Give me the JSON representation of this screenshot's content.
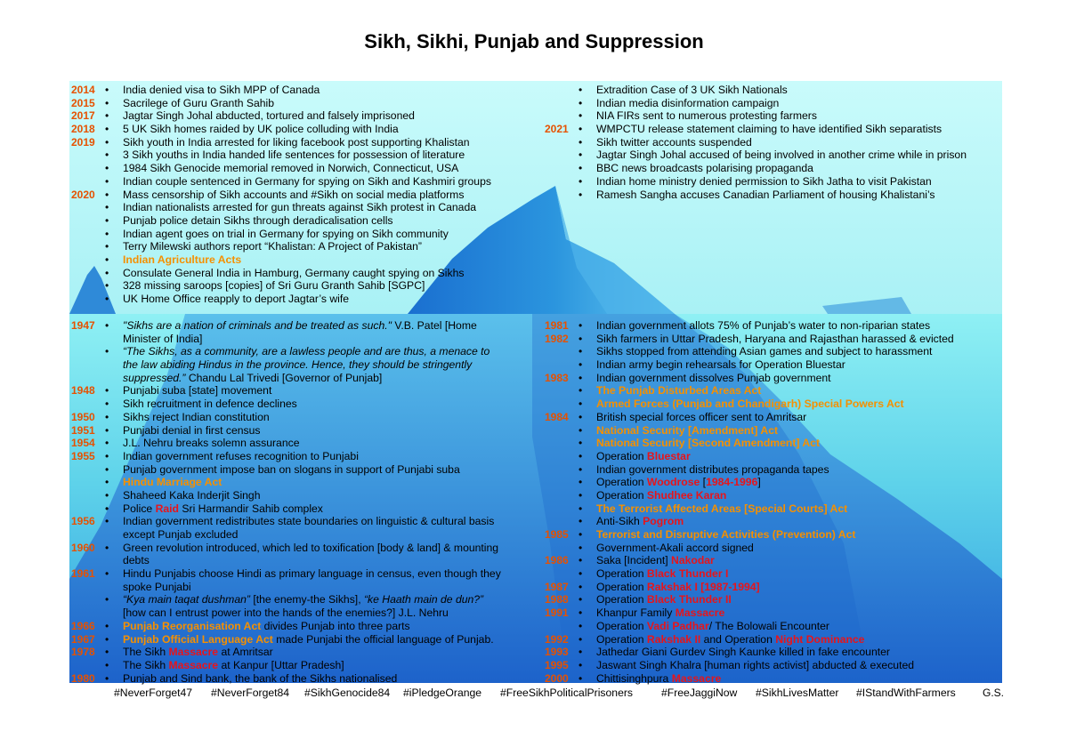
{
  "title": "Sikh, Sikhi, Punjab and Suppression",
  "colors": {
    "year": "#e65100",
    "act": "#f59000",
    "massacre": "#e8141a",
    "sky": "#c8fafa",
    "water": "#7fe6ef",
    "ice": "#1f82d6"
  },
  "top_left": [
    {
      "year": "2014",
      "parts": [
        {
          "t": "India denied visa to Sikh MPP of Canada"
        }
      ]
    },
    {
      "year": "2015",
      "parts": [
        {
          "t": "Sacrilege of Guru Granth Sahib"
        }
      ]
    },
    {
      "year": "2017",
      "parts": [
        {
          "t": "Jagtar Singh Johal abducted, tortured and falsely imprisoned"
        }
      ]
    },
    {
      "year": "2018",
      "parts": [
        {
          "t": "5 UK Sikh homes raided by UK police colluding with India"
        }
      ]
    },
    {
      "year": "2019",
      "parts": [
        {
          "t": "Sikh youth in India arrested for liking facebook post supporting Khalistan"
        }
      ]
    },
    {
      "year": "",
      "parts": [
        {
          "t": "3 Sikh youths in India handed life sentences for possession  of literature"
        }
      ]
    },
    {
      "year": "",
      "parts": [
        {
          "t": "1984 Sikh Genocide memorial removed in Norwich, Connecticut, USA"
        }
      ]
    },
    {
      "year": "",
      "parts": [
        {
          "t": "Indian couple sentenced in Germany for spying on Sikh and Kashmiri groups"
        }
      ]
    },
    {
      "year": "2020",
      "parts": [
        {
          "t": "Mass censorship of Sikh accounts and #Sikh on social media platforms"
        }
      ]
    },
    {
      "year": "",
      "parts": [
        {
          "t": "Indian nationalists arrested for gun threats against Sikh protest in Canada"
        }
      ]
    },
    {
      "year": "",
      "parts": [
        {
          "t": "Punjab police detain Sikhs through deradicalisation cells"
        }
      ]
    },
    {
      "year": "",
      "parts": [
        {
          "t": "Indian agent goes on trial in Germany for spying on Sikh community"
        }
      ]
    },
    {
      "year": "",
      "parts": [
        {
          "t": "Terry Milewski authors report “Khalistan: A Project of Pakistan”"
        }
      ]
    },
    {
      "year": "",
      "parts": [
        {
          "t": "Indian Agriculture Acts",
          "c": "orange"
        }
      ]
    },
    {
      "year": "",
      "parts": [
        {
          "t": "Consulate General India in Hamburg, Germany caught spying on Sikhs"
        }
      ]
    },
    {
      "year": "",
      "parts": [
        {
          "t": "328 missing saroops [copies] of Sri Guru Granth Sahib [SGPC]"
        }
      ]
    },
    {
      "year": "",
      "parts": [
        {
          "t": "UK Home Office reapply to deport Jagtar’s wife"
        }
      ]
    }
  ],
  "top_right": [
    {
      "year": "",
      "parts": [
        {
          "t": "Extradition Case of 3 UK Sikh Nationals"
        }
      ]
    },
    {
      "year": "",
      "parts": [
        {
          "t": "Indian media disinformation campaign"
        }
      ]
    },
    {
      "year": "",
      "parts": [
        {
          "t": "NIA FIRs sent to numerous protesting farmers"
        }
      ]
    },
    {
      "year": "2021",
      "parts": [
        {
          "t": "WMPCTU release statement claiming to have identified Sikh separatists"
        }
      ]
    },
    {
      "year": "",
      "parts": [
        {
          "t": "Sikh twitter accounts suspended"
        }
      ]
    },
    {
      "year": "",
      "parts": [
        {
          "t": "Jagtar Singh Johal accused of being involved in another crime while in prison"
        }
      ]
    },
    {
      "year": "",
      "parts": [
        {
          "t": "BBC news broadcasts polarising propaganda"
        }
      ]
    },
    {
      "year": "",
      "parts": [
        {
          "t": "Indian home ministry denied permission to Sikh Jatha to visit Pakistan"
        }
      ]
    },
    {
      "year": "",
      "parts": [
        {
          "t": "Ramesh Sangha accuses Canadian Parliament of housing Khalistani’s"
        }
      ]
    }
  ],
  "bottom_left": [
    {
      "year": "1947",
      "parts": [
        {
          "t": "\"Sikhs are a nation of criminals and be treated as such.\"",
          "i": true
        },
        {
          "t": " V.B. Patel [Home"
        }
      ]
    },
    {
      "year": "",
      "cont": true,
      "parts": [
        {
          "t": "Minister of India]"
        }
      ]
    },
    {
      "year": "",
      "parts": [
        {
          "t": "“The Sikhs, as a community, are a lawless people and are thus, a menace to",
          "i": true
        }
      ]
    },
    {
      "year": "",
      "cont": true,
      "parts": [
        {
          "t": "the law abiding Hindus in the province. Hence, they should be stringently",
          "i": true
        }
      ]
    },
    {
      "year": "",
      "cont": true,
      "parts": [
        {
          "t": "suppressed.”",
          "i": true
        },
        {
          "t": " Chandu Lal Trivedi [Governor of Punjab]"
        }
      ]
    },
    {
      "year": "1948",
      "parts": [
        {
          "t": "Punjabi suba [state] movement"
        }
      ]
    },
    {
      "year": "",
      "parts": [
        {
          "t": "Sikh recruitment in defence declines"
        }
      ]
    },
    {
      "year": "1950",
      "parts": [
        {
          "t": "Sikhs reject Indian constitution"
        }
      ]
    },
    {
      "year": "1951",
      "parts": [
        {
          "t": "Punjabi denial in first census"
        }
      ]
    },
    {
      "year": "1954",
      "parts": [
        {
          "t": "J.L. Nehru breaks solemn assurance"
        }
      ]
    },
    {
      "year": "1955",
      "parts": [
        {
          "t": "Indian government refuses recognition to Punjabi"
        }
      ]
    },
    {
      "year": "",
      "parts": [
        {
          "t": "Punjab government impose ban on slogans in support of Punjabi suba"
        }
      ]
    },
    {
      "year": "",
      "parts": [
        {
          "t": "Hindu Marriage Act",
          "c": "orange"
        }
      ]
    },
    {
      "year": "",
      "parts": [
        {
          "t": "Shaheed Kaka Inderjit Singh"
        }
      ]
    },
    {
      "year": "",
      "parts": [
        {
          "t": "Police "
        },
        {
          "t": "Raid",
          "c": "red"
        },
        {
          "t": " Sri Harmandir Sahib complex"
        }
      ]
    },
    {
      "year": "1956",
      "parts": [
        {
          "t": "Indian government redistributes state boundaries on linguistic & cultural basis"
        }
      ]
    },
    {
      "year": "",
      "cont": true,
      "parts": [
        {
          "t": "except Punjab excluded"
        }
      ]
    },
    {
      "year": "1960",
      "parts": [
        {
          "t": "Green revolution introduced, which led to toxification [body & land] & mounting"
        }
      ]
    },
    {
      "year": "",
      "cont": true,
      "parts": [
        {
          "t": "debts"
        }
      ]
    },
    {
      "year": "1961",
      "parts": [
        {
          "t": "Hindu Punjabis choose Hindi as primary language in census, even though they"
        }
      ]
    },
    {
      "year": "",
      "cont": true,
      "parts": [
        {
          "t": "spoke Punjabi"
        }
      ]
    },
    {
      "year": "",
      "parts": [
        {
          "t": "“Kya main taqat dushman”",
          "i": true
        },
        {
          "t": " [the enemy-the Sikhs], "
        },
        {
          "t": "“ke Haath main de dun?”",
          "i": true
        }
      ]
    },
    {
      "year": "",
      "cont": true,
      "parts": [
        {
          "t": "[how can I entrust power into the hands of the enemies?] J.L. Nehru"
        }
      ]
    },
    {
      "year": "1966",
      "parts": [
        {
          "t": "Punjab Reorganisation Act",
          "c": "orange"
        },
        {
          "t": "  divides Punjab into three parts"
        }
      ]
    },
    {
      "year": "1967",
      "parts": [
        {
          "t": "Punjab Official Language Act",
          "c": "orange"
        },
        {
          "t": " made Punjabi the official language of Punjab."
        }
      ]
    },
    {
      "year": "1978",
      "parts": [
        {
          "t": "The Sikh "
        },
        {
          "t": "Massacre",
          "c": "red"
        },
        {
          "t": " at Amritsar"
        }
      ]
    },
    {
      "year": "",
      "parts": [
        {
          "t": "The Sikh "
        },
        {
          "t": "Massacre",
          "c": "red"
        },
        {
          "t": " at Kanpur [Uttar Pradesh]"
        }
      ]
    },
    {
      "year": "1980",
      "parts": [
        {
          "t": "Punjab and Sind bank, the bank of the Sikhs nationalised"
        }
      ]
    }
  ],
  "bottom_right": [
    {
      "year": "1981",
      "parts": [
        {
          "t": "Indian government allots 75%  of Punjab’s water to non-riparian states"
        }
      ]
    },
    {
      "year": "1982",
      "parts": [
        {
          "t": "Sikh farmers in Uttar Pradesh, Haryana and Rajasthan harassed & evicted"
        }
      ]
    },
    {
      "year": "",
      "parts": [
        {
          "t": "Sikhs stopped from attending Asian games and subject to harassment"
        }
      ]
    },
    {
      "year": "",
      "parts": [
        {
          "t": "Indian army begin rehearsals for Operation Bluestar"
        }
      ]
    },
    {
      "year": "1983",
      "parts": [
        {
          "t": "Indian government dissolves Punjab government"
        }
      ]
    },
    {
      "year": "",
      "parts": [
        {
          "t": "The Punjab Disturbed Areas Act",
          "c": "orange"
        }
      ]
    },
    {
      "year": "",
      "parts": [
        {
          "t": "Armed Forces (Punjab and Chandigarh) Special Powers Act",
          "c": "orange"
        }
      ]
    },
    {
      "year": "1984",
      "parts": [
        {
          "t": "British special forces officer sent to Amritsar"
        }
      ]
    },
    {
      "year": "",
      "parts": [
        {
          "t": "National Security [Amendment] Act",
          "c": "orange"
        }
      ]
    },
    {
      "year": "",
      "parts": [
        {
          "t": "National Security [Second Amendment] Act",
          "c": "orange"
        }
      ]
    },
    {
      "year": "",
      "parts": [
        {
          "t": "Operation "
        },
        {
          "t": "Bluestar",
          "c": "red"
        }
      ]
    },
    {
      "year": "",
      "parts": [
        {
          "t": "Indian government distributes propaganda tapes"
        }
      ]
    },
    {
      "year": "",
      "parts": [
        {
          "t": "Operation "
        },
        {
          "t": "Woodrose",
          "c": "red"
        },
        {
          "t": " ["
        },
        {
          "t": "1984-1996",
          "c": "red"
        },
        {
          "t": "]"
        }
      ]
    },
    {
      "year": "",
      "parts": [
        {
          "t": "Operation "
        },
        {
          "t": "Shudhee Karan",
          "c": "red"
        }
      ]
    },
    {
      "year": "",
      "parts": [
        {
          "t": "The Terrorist Affected Areas [Special Courts] Act",
          "c": "orange"
        }
      ]
    },
    {
      "year": "",
      "parts": [
        {
          "t": "Anti-Sikh "
        },
        {
          "t": "Pogrom",
          "c": "red"
        }
      ]
    },
    {
      "year": "1985",
      "parts": [
        {
          "t": "Terrorist and Disruptive Activities (Prevention) Act",
          "c": "orange"
        }
      ]
    },
    {
      "year": "",
      "parts": [
        {
          "t": "Government-Akali accord signed"
        }
      ]
    },
    {
      "year": "1986",
      "parts": [
        {
          "t": "Saka [Incident] "
        },
        {
          "t": "Nakodar",
          "c": "red"
        }
      ]
    },
    {
      "year": "",
      "parts": [
        {
          "t": "Operation "
        },
        {
          "t": "Black Thunder I",
          "c": "red"
        }
      ]
    },
    {
      "year": "1987",
      "parts": [
        {
          "t": "Operation "
        },
        {
          "t": "Rakshak I [1987-1994]",
          "c": "red"
        }
      ]
    },
    {
      "year": "1988",
      "parts": [
        {
          "t": "Operation "
        },
        {
          "t": "Black Thunder II",
          "c": "red"
        }
      ]
    },
    {
      "year": "1991",
      "parts": [
        {
          "t": "Khanpur Family "
        },
        {
          "t": "Massacre",
          "c": "red"
        }
      ]
    },
    {
      "year": "",
      "parts": [
        {
          "t": "Operation "
        },
        {
          "t": "Vadi Padhar",
          "c": "red"
        },
        {
          "t": "/  The Bolowali Encounter"
        }
      ]
    },
    {
      "year": "1992",
      "parts": [
        {
          "t": "Operation "
        },
        {
          "t": "Rakshak II",
          "c": "red"
        },
        {
          "t": " and Operation "
        },
        {
          "t": "Night Dominance",
          "c": "red"
        }
      ]
    },
    {
      "year": "1993",
      "parts": [
        {
          "t": "Jathedar Giani Gurdev Singh Kaunke killed in fake encounter"
        }
      ]
    },
    {
      "year": "1995",
      "parts": [
        {
          "t": "Jaswant Singh Khalra  [human rights activist] abducted & executed"
        }
      ]
    },
    {
      "year": "2000",
      "parts": [
        {
          "t": "Chittisinghpura "
        },
        {
          "t": "Massacre",
          "c": "red"
        }
      ]
    }
  ],
  "hashtags": [
    "#NeverForget47",
    "#NeverForget84",
    "#SikhGenocide84",
    "#iPledgeOrange",
    "#FreeSikhPoliticalPrisoners",
    "#FreeJaggiNow",
    "#SikhLivesMatter",
    "#IStandWithFarmers"
  ],
  "signature": "G.S."
}
